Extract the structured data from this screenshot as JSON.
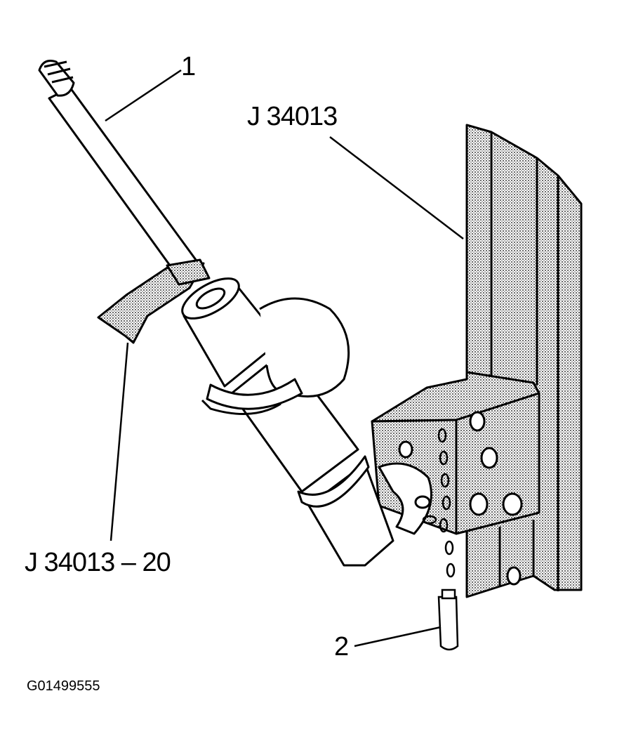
{
  "callouts": {
    "item1": "1",
    "item2": "2",
    "tool_main": "J 34013",
    "tool_adapter": "J 34013 – 20"
  },
  "figure_code": "G01499555"
}
